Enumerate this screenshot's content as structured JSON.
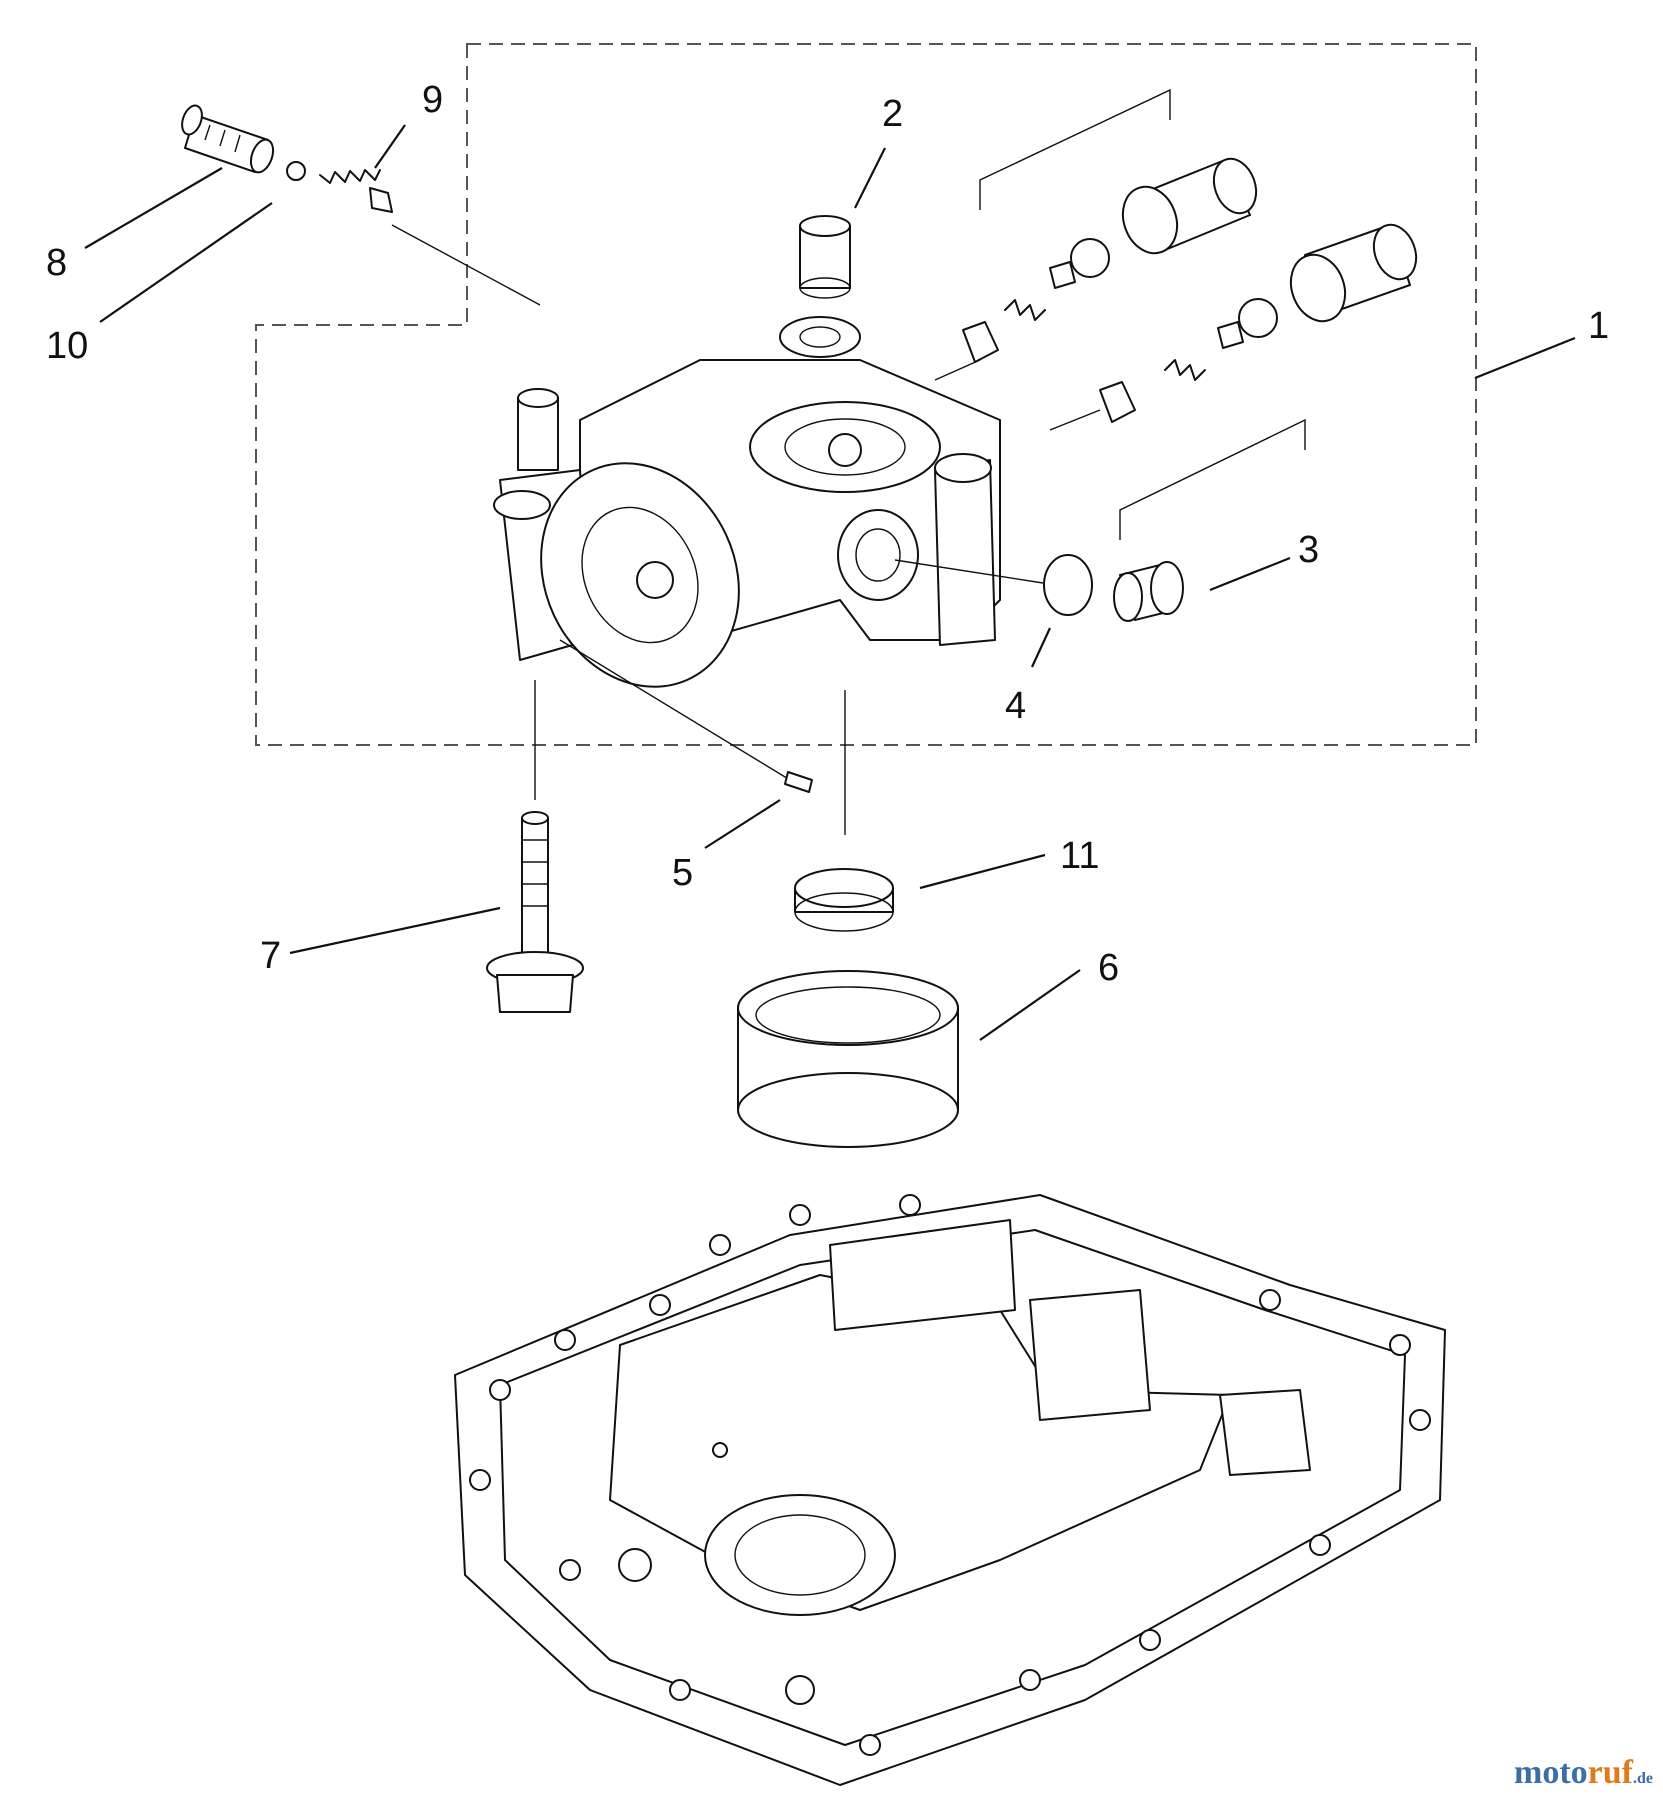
{
  "callouts": {
    "c1": "1",
    "c2": "2",
    "c3": "3",
    "c4": "4",
    "c5": "5",
    "c6": "6",
    "c7": "7",
    "c8": "8",
    "c9": "9",
    "c10": "10",
    "c11": "11"
  },
  "watermark": {
    "main": "moto",
    "accent": "ruf",
    "tld": ".de"
  }
}
